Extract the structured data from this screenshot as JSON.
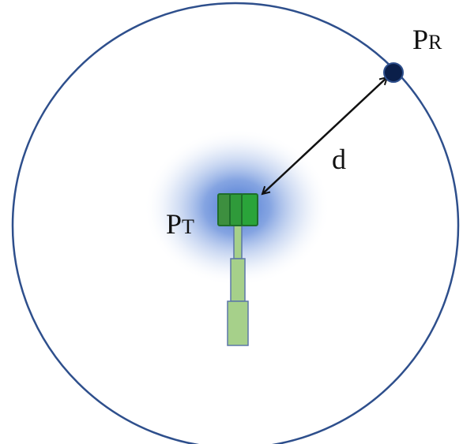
{
  "labels": {
    "receiver_point_main": "P",
    "receiver_point_sub": "R",
    "transmitter_point_main": "P",
    "transmitter_point_sub": "T",
    "distance": "d"
  },
  "colors": {
    "coverage_circle": "#2e4f8c",
    "glow": "#4a76cc",
    "antenna_fill": "#39a544",
    "antenna_stroke": "#1e6e2a",
    "mast_fill": "#a6d08a",
    "mast_stroke": "#5c77a8",
    "arrow": "#111111",
    "receiver_fill": "#0b1f4a"
  }
}
